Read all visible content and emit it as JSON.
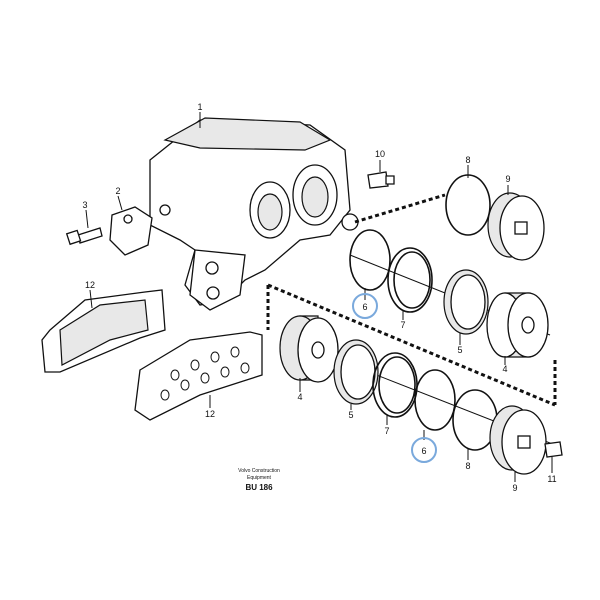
{
  "diagram": {
    "callouts": {
      "caliper": "1",
      "bracket": "2",
      "bolt": "3",
      "bleeder": "10",
      "seal_top_8": "8",
      "cover_top_9": "9",
      "oring_top_6": "6",
      "ring_top_7": "7",
      "seal_top_5": "5",
      "piston_top_4": "4",
      "pad_top_12": "12",
      "pad_bottom_12": "12",
      "piston_bottom_4": "4",
      "seal_bottom_5": "5",
      "ring_bottom_7": "7",
      "oring_bottom_6": "6",
      "seal_bottom_8": "8",
      "cover_bottom_9": "9",
      "screw_11": "11"
    },
    "caption": {
      "line1": "Volvo Construction",
      "line2": "Equipment",
      "code": "BU 186"
    },
    "highlight_color": "#7aa9dc"
  }
}
